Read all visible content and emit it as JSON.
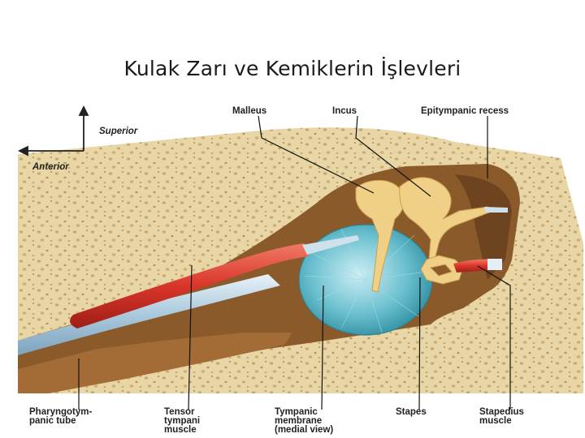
{
  "slide": {
    "title": "Kulak Zarı ve Kemiklerin İşlevleri"
  },
  "orientation": {
    "superior": "Superior",
    "anterior": "Anterior"
  },
  "labels": {
    "malleus": "Malleus",
    "incus": "Incus",
    "epitympanic_recess": "Epitympanic recess",
    "pharyngotympanic_tube": "Pharyngotym-\npanic tube",
    "tensor_tympani": "Tensor\ntympani\nmuscle",
    "tympanic_membrane": "Tympanic\nmembrane\n(medial view)",
    "stapes": "Stapes",
    "stapedius": "Stapedius\nmuscle"
  },
  "colors": {
    "bone": "#e9d6a6",
    "bone_dot": "#c9a76a",
    "cavity": "#8a5a2a",
    "ossicle": "#f0cf86",
    "membrane": "#6bc0cf",
    "muscle": "#d9352a",
    "tube": "#a9c9dd"
  }
}
